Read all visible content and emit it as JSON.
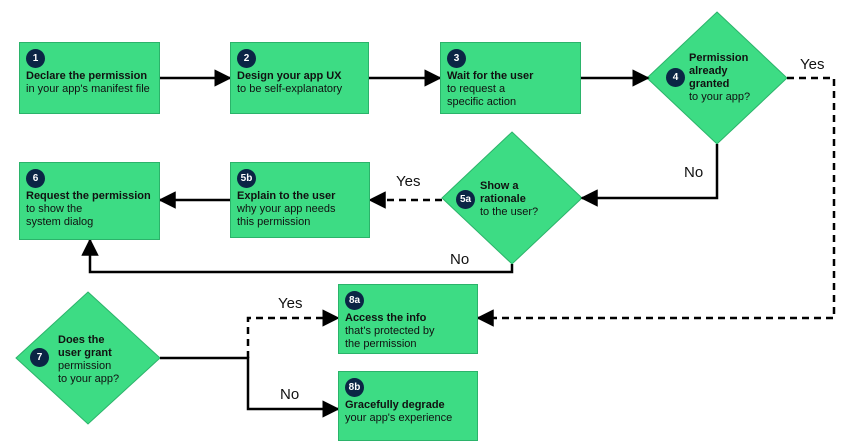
{
  "nodes": {
    "n1": {
      "badge": "1",
      "title": "Declare the permission",
      "line1": "in your app's manifest file",
      "line2": ""
    },
    "n2": {
      "badge": "2",
      "title": "Design your app UX",
      "line1": "to be self-explanatory",
      "line2": ""
    },
    "n3": {
      "badge": "3",
      "title": "Wait for the user",
      "line1": "to request a",
      "line2": "specific action"
    },
    "n4": {
      "badge": "4",
      "title1": "Permission",
      "title2": "already",
      "title3": "granted",
      "sub": "to your app?"
    },
    "n5a": {
      "badge": "5a",
      "title1": "Show a",
      "title2": "rationale",
      "sub": "to the user?"
    },
    "n5b": {
      "badge": "5b",
      "title": "Explain to the user",
      "line1": "why your app needs",
      "line2": "this permission"
    },
    "n6": {
      "badge": "6",
      "title": "Request the permission",
      "line1": "to show the",
      "line2": "system dialog"
    },
    "n7": {
      "badge": "7",
      "title1": "Does the",
      "title2": "user grant",
      "sub1": "permission",
      "sub2": "to your app?"
    },
    "n8a": {
      "badge": "8a",
      "title": "Access the info",
      "line1": "that's protected by",
      "line2": "the permission"
    },
    "n8b": {
      "badge": "8b",
      "title": "Gracefully degrade",
      "line1": "your app's experience",
      "line2": ""
    }
  },
  "labels": {
    "yes_4": "Yes",
    "no_4": "No",
    "yes_5a": "Yes",
    "no_5a": "No",
    "yes_7": "Yes",
    "no_7": "No"
  },
  "colors": {
    "box_fill": "#3ddc84",
    "badge": "#0b2545",
    "line": "#000000"
  }
}
